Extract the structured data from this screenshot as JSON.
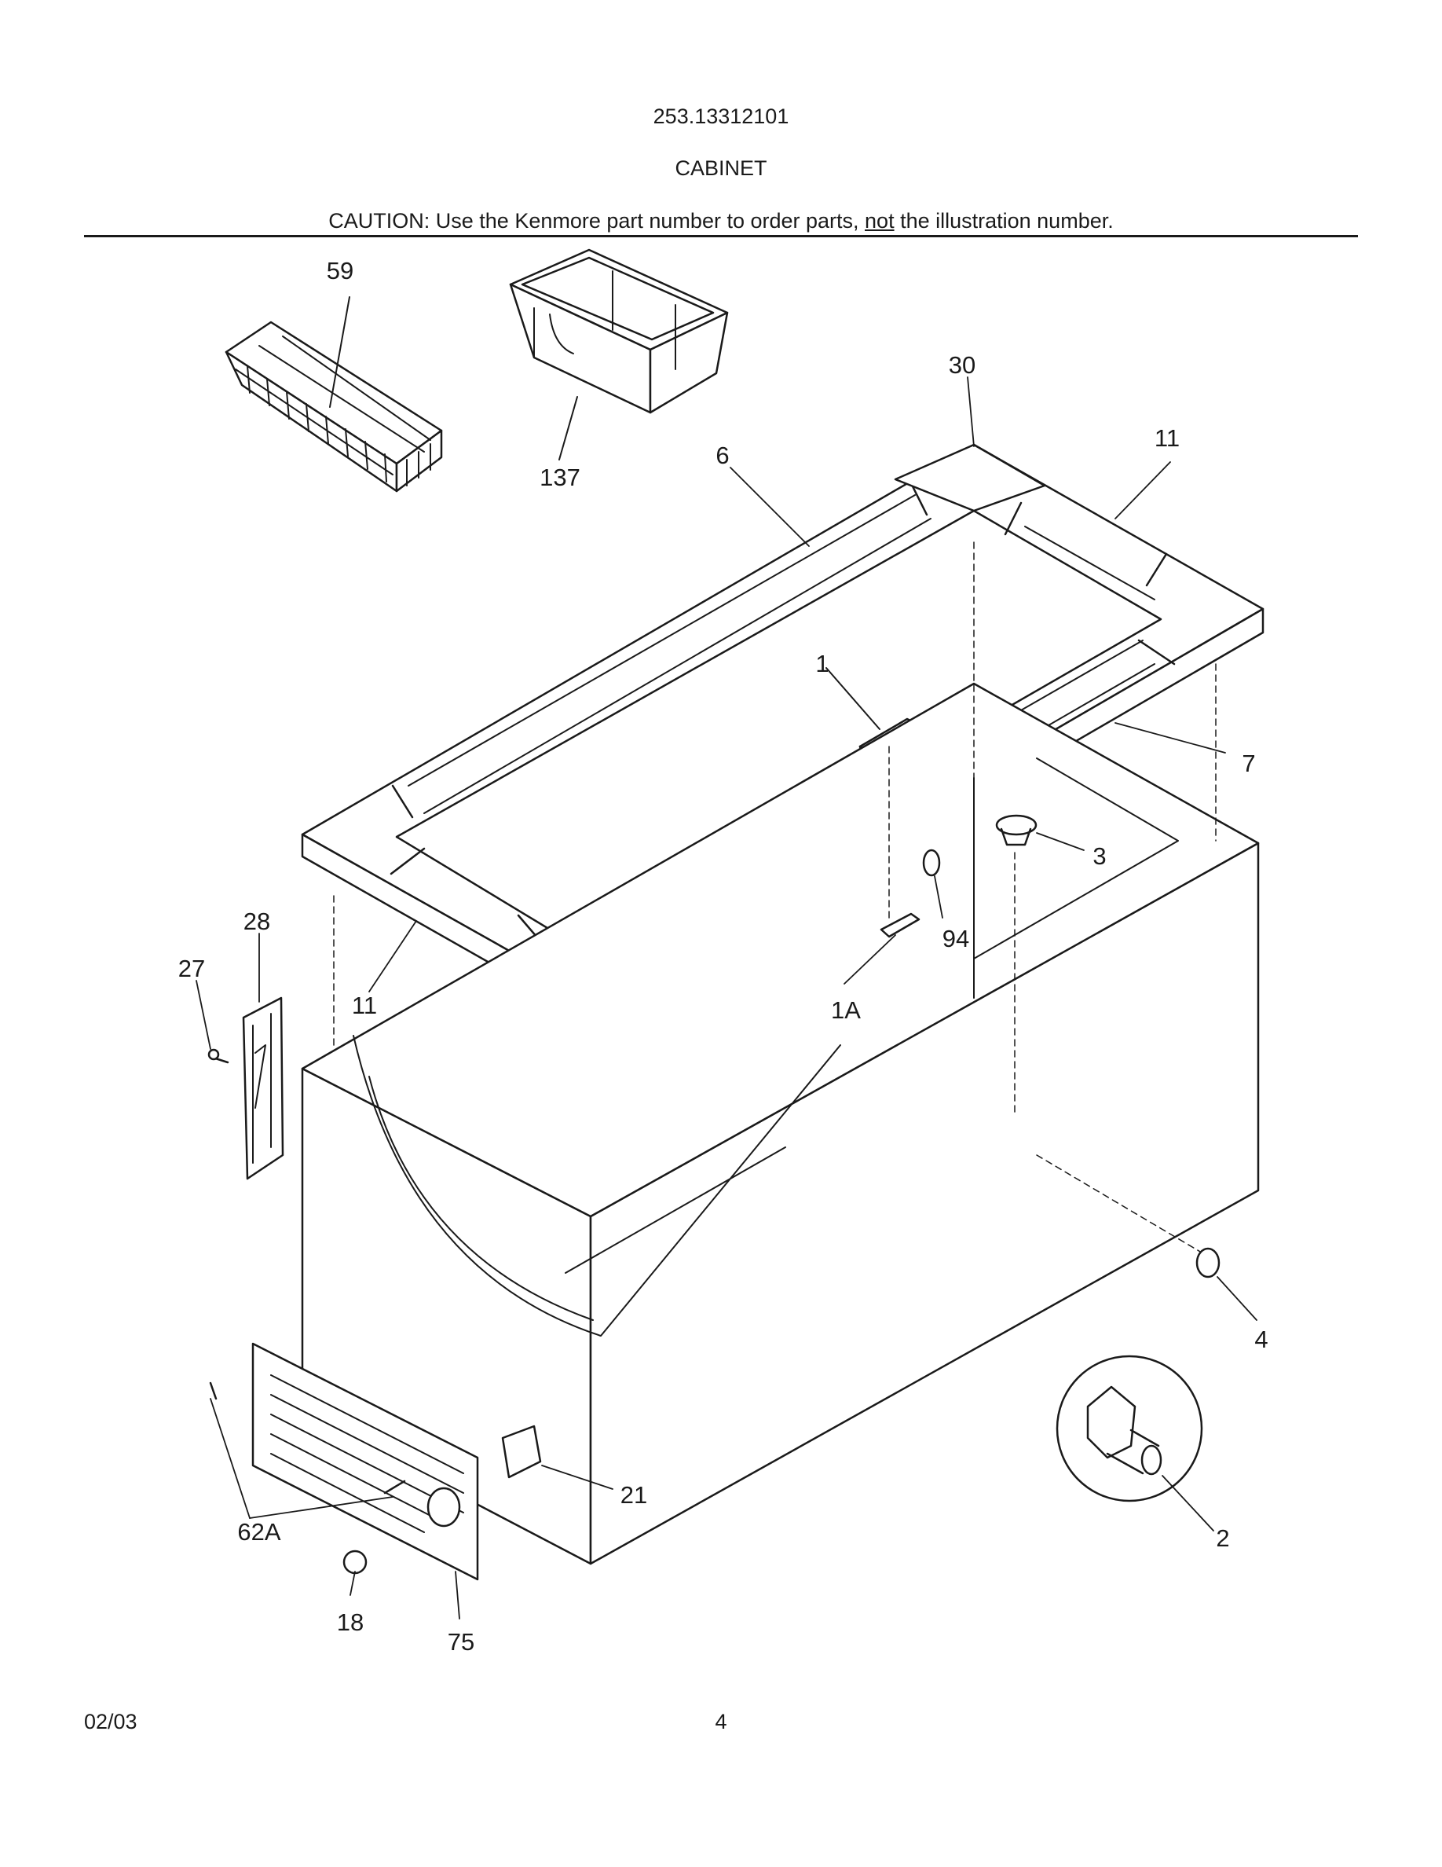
{
  "header": {
    "model_number": "253.13312101",
    "section_title": "CABINET",
    "caution_prefix": "CAUTION: Use the Kenmore part number to order parts, ",
    "caution_emphasis": "not",
    "caution_suffix": " the illustration number."
  },
  "callouts": {
    "c59": "59",
    "c137": "137",
    "c30": "30",
    "c11_top": "11",
    "c6": "6",
    "c1": "1",
    "c7": "7",
    "c3": "3",
    "c94": "94",
    "c1A": "1A",
    "c28": "28",
    "c27": "27",
    "c11_bottom": "11",
    "c4": "4",
    "c2": "2",
    "c21": "21",
    "c62A": "62A",
    "c18": "18",
    "c75": "75"
  },
  "footer": {
    "date": "02/03",
    "page_number": "4"
  }
}
